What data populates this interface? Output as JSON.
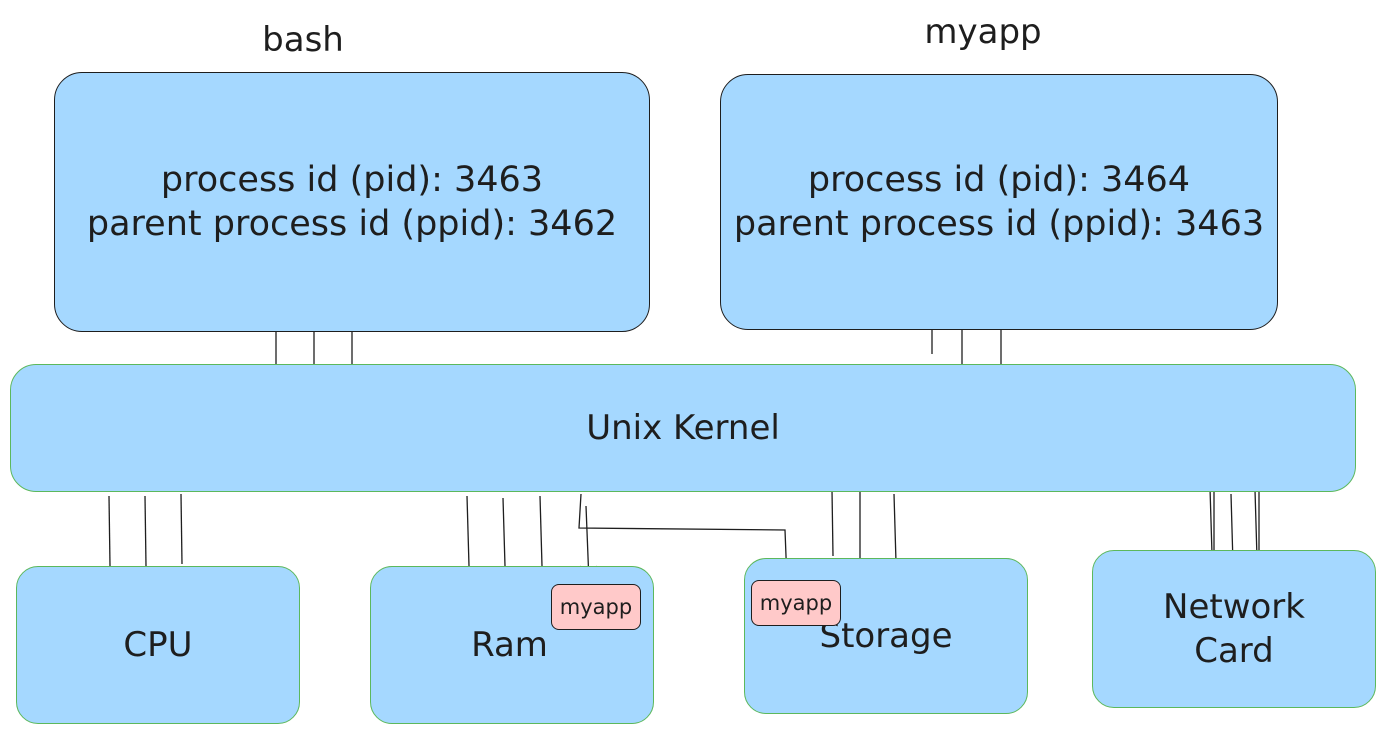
{
  "processes": {
    "bash": {
      "title": "bash",
      "pid_line": "process id (pid): 3463",
      "ppid_line": "parent process id (ppid): 3462"
    },
    "myapp": {
      "title": "myapp",
      "pid_line": "process id (pid): 3464",
      "ppid_line": "parent process id (ppid): 3463"
    }
  },
  "kernel": {
    "label": "Unix Kernel"
  },
  "hardware": {
    "cpu": "CPU",
    "ram": "Ram",
    "storage": "Storage",
    "network_line1": "Network",
    "network_line2": "Card"
  },
  "tags": {
    "ram_tag": "myapp",
    "storage_tag": "myapp"
  },
  "colors": {
    "box_fill": "#a5d8ff",
    "tag_fill": "#ffc9c9",
    "kernel_border": "#5cb85c",
    "stroke": "#1e1e1e"
  }
}
